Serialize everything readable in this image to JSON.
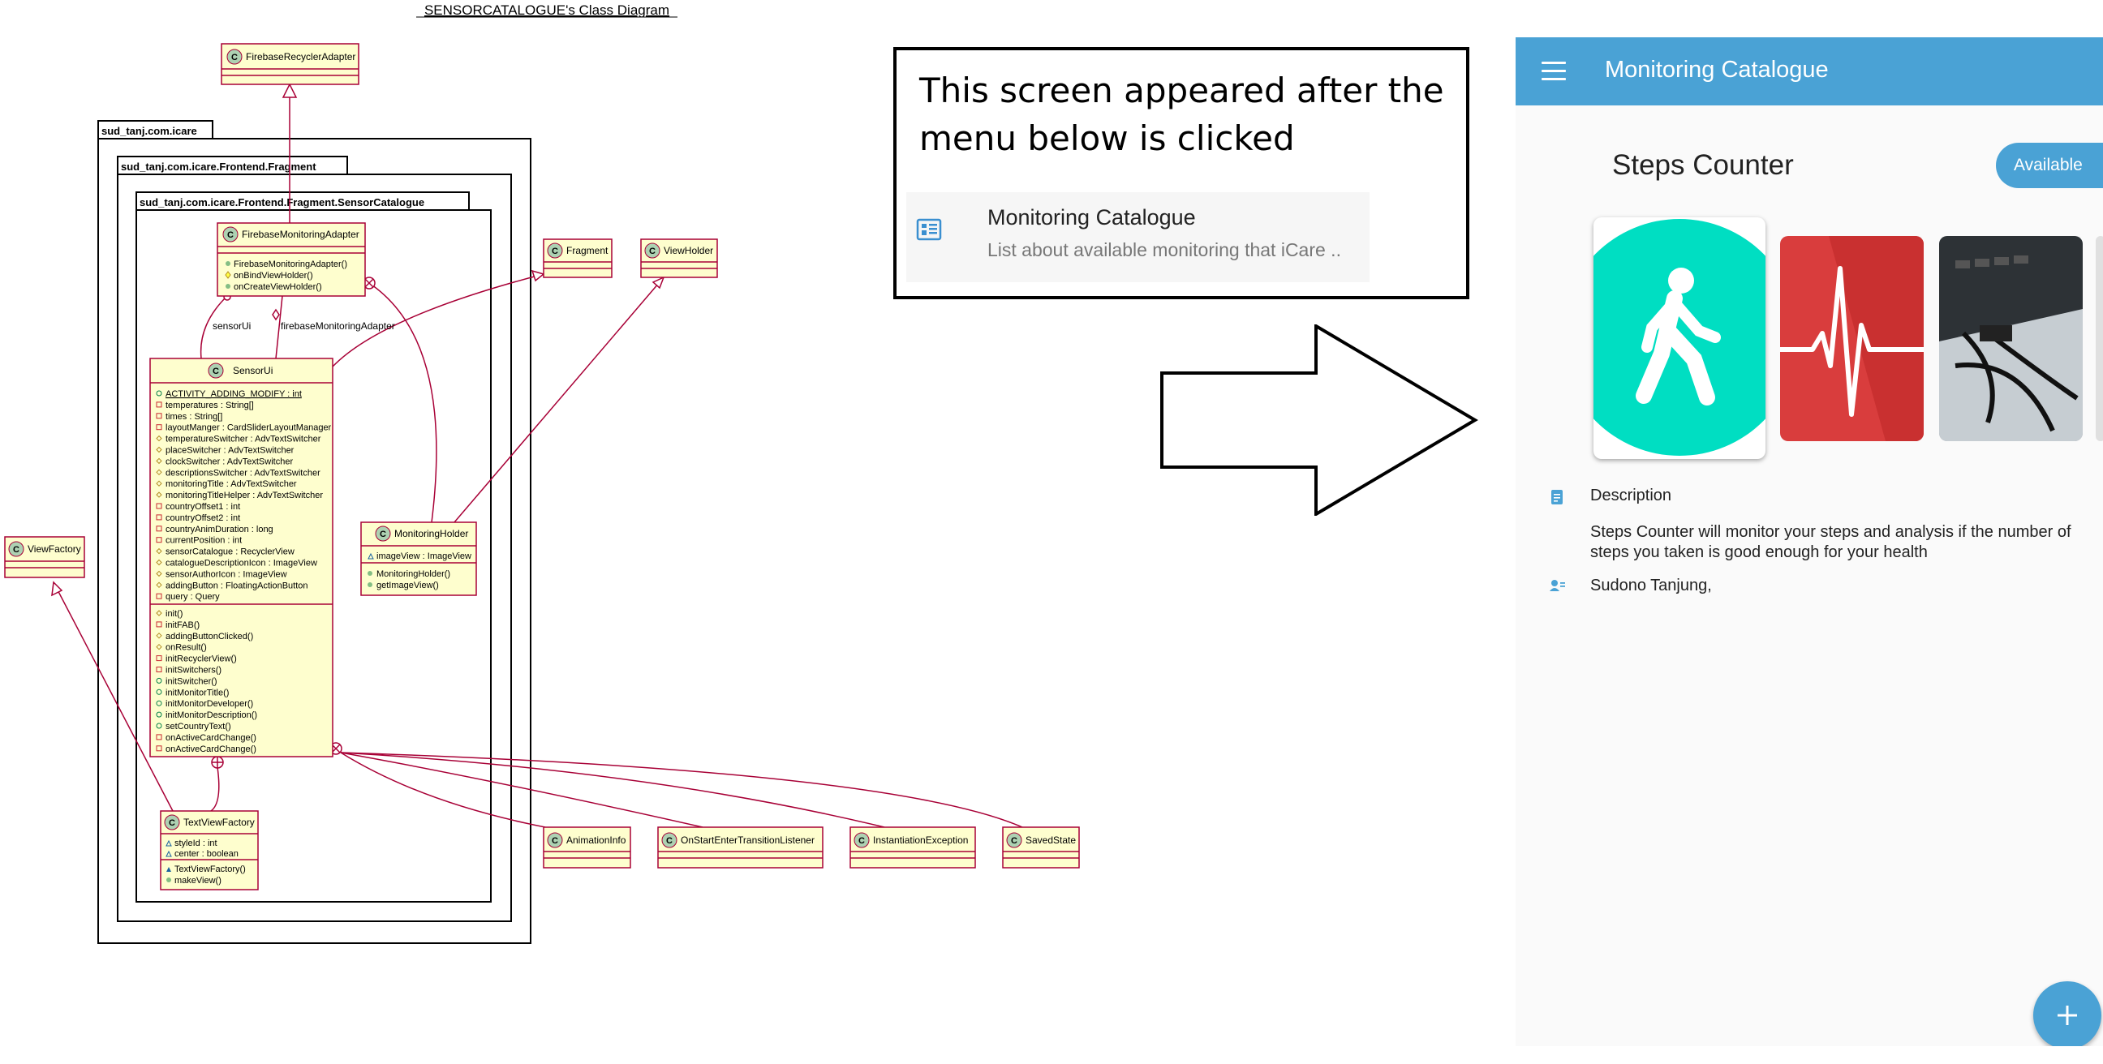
{
  "diagram": {
    "title": "SENSORCATALOGUE's Class Diagram",
    "packages": {
      "icare": "sud_tanj.com.icare",
      "fragment": "sud_tanj.com.icare.Frontend.Fragment",
      "sensorcatalogue": "sud_tanj.com.icare.Frontend.Fragment.SensorCatalogue"
    },
    "classes": {
      "firebase_recycler_adapter": "FirebaseRecyclerAdapter",
      "firebase_monitoring_adapter": {
        "name": "FirebaseMonitoringAdapter",
        "methods": [
          "FirebaseMonitoringAdapter()",
          "onBindViewHolder()",
          "onCreateViewHolder()"
        ]
      },
      "fragment": "Fragment",
      "view_holder": "ViewHolder",
      "view_factory": "ViewFactory",
      "sensor_ui": {
        "name": "SensorUi",
        "fields": [
          "ACTIVITY_ADDING_MODIFY : int",
          "temperatures : String[]",
          "times : String[]",
          "layoutManger : CardSliderLayoutManager",
          "temperatureSwitcher : AdvTextSwitcher",
          "placeSwitcher : AdvTextSwitcher",
          "clockSwitcher : AdvTextSwitcher",
          "descriptionsSwitcher : AdvTextSwitcher",
          "monitoringTitle : AdvTextSwitcher",
          "monitoringTitleHelper : AdvTextSwitcher",
          "countryOffset1 : int",
          "countryOffset2 : int",
          "countryAnimDuration : long",
          "currentPosition : int",
          "sensorCatalogue : RecyclerView",
          "catalogueDescriptionIcon : ImageView",
          "sensorAuthorIcon : ImageView",
          "addingButton : FloatingActionButton",
          "query : Query"
        ],
        "methods": [
          "init()",
          "initFAB()",
          "addingButtonClicked()",
          "onResult()",
          "initRecyclerView()",
          "initSwitchers()",
          "initSwitcher()",
          "initMonitorTitle()",
          "initMonitorDeveloper()",
          "initMonitorDescription()",
          "setCountryText()",
          "onActiveCardChange()",
          "onActiveCardChange()"
        ]
      },
      "monitoring_holder": {
        "name": "MonitoringHolder",
        "fields": [
          "imageView : ImageView"
        ],
        "methods": [
          "MonitoringHolder()",
          "getImageView()"
        ]
      },
      "text_view_factory": {
        "name": "TextViewFactory",
        "fields": [
          "styleId : int",
          "center : boolean"
        ],
        "methods": [
          "TextViewFactory()",
          "makeView()"
        ]
      },
      "animation_info": "AnimationInfo",
      "on_start_enter": "OnStartEnterTransitionListener",
      "instantiation_exception": "InstantiationException",
      "saved_state": "SavedState"
    },
    "edge_labels": {
      "sensor_ui": "sensorUi",
      "firebase_adapter": "firebaseMonitoringAdapter"
    },
    "class_marker": "C",
    "colors": {
      "class_fill": "#FEFECE",
      "class_border": "#A80036",
      "marker_fill": "#ADD1B2"
    }
  },
  "callout": {
    "text": "This screen appeared after the menu below is clicked",
    "menu_title": "Monitoring Catalogue",
    "menu_subtitle": "List about available monitoring that iCare ..",
    "icon": "dashboard-icon"
  },
  "phone": {
    "app_title": "Monitoring Catalogue",
    "monitor_title": "Steps Counter",
    "available_label": "Available",
    "description_label": "Description",
    "description_text": "Steps Counter will monitor your steps and analysis if the number of steps you taken is good enough for your health",
    "author": "Sudono Tanjung,",
    "cards": [
      "walking-person-icon",
      "heartbeat-icon",
      "usb-cable-photo"
    ],
    "fab_icon": "plus-icon",
    "colors": {
      "primary": "#4aa2d5",
      "steps_card": "#00dec2",
      "heart_card": "#d93d3d"
    }
  }
}
